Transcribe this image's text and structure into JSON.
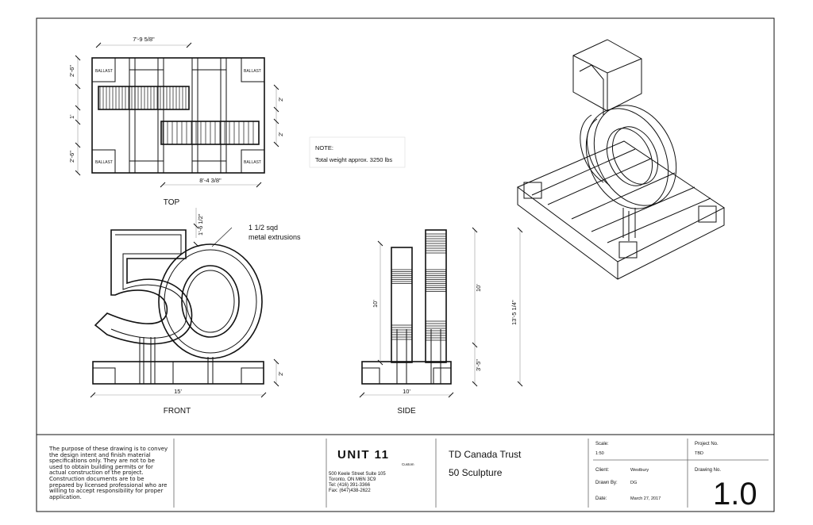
{
  "top_view": {
    "label": "TOP",
    "dim_top": "7'-9 5/8\"",
    "dim_bottom": "8'-4 3/8\"",
    "dim_left": [
      "2'-6\"",
      "1'",
      "2'-6\""
    ],
    "dim_right": [
      "2'",
      "2'"
    ],
    "ballast": [
      "BALLAST",
      "BALLAST",
      "BALLAST",
      "BALLAST"
    ]
  },
  "note": {
    "title": "NOTE:",
    "text": "Total weight approx. 3250 lbs"
  },
  "front_view": {
    "label": "FRONT",
    "dim_width": "15'",
    "dim_base": "2'",
    "dim_top": "1'-6 1/2\"",
    "callout": [
      "1 1/2 sqd",
      "metal extrusions"
    ]
  },
  "side_view": {
    "label": "SIDE",
    "dim_width": "10'",
    "dim_left_height": "10'",
    "dim_right_height": "10'",
    "dim_total": "13'-5 1/4\"",
    "dim_base": "3'-5\""
  },
  "title_block": {
    "disclaimer": "The purpose of these drawing is to convey the design intent and finish material specifications only. They are not to be used to obtain building permits or for actual construction of the project. Construction documents are to be prepared by licensed professional who are willing to accept responsibility for proper application.",
    "logo": "UNIT 11",
    "logo_sub": "Custom",
    "address": [
      "500 Keele Street Suite 105",
      "Toronto, ON M6N 3C9",
      "Tel:  (416) 391-3366",
      "Fax: (647)438-2622"
    ],
    "project_line1": "TD Canada Trust",
    "project_line2": "50 Sculpture",
    "scale_label": "Scale:",
    "scale_value": "1:50",
    "client_label": "Client:",
    "client_value": "Westbury",
    "drawn_label": "Drawn By:",
    "drawn_value": "DG",
    "date_label": "Date:",
    "date_value": "March 27, 2017",
    "project_no_label": "Project No.",
    "project_no_value": "TBD",
    "drawing_no_label": "Drawing No.",
    "drawing_no_value": "1.0"
  }
}
